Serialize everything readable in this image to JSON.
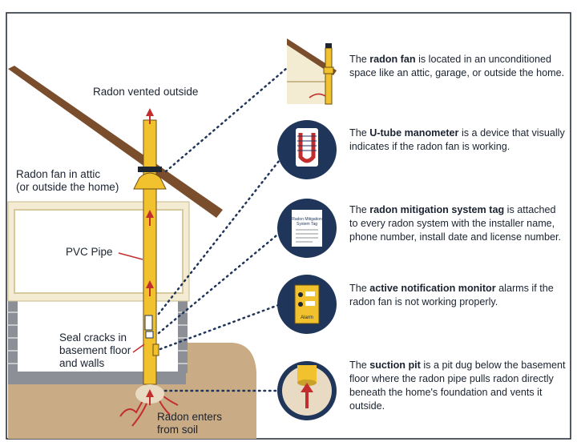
{
  "labels": {
    "vented_outside": "Radon vented outside",
    "fan_in_attic_line1": "Radon fan in attic",
    "fan_in_attic_line2": "(or outside the home)",
    "pvc_pipe": "PVC Pipe",
    "seal_cracks_line1": "Seal cracks in",
    "seal_cracks_line2": "basement floor",
    "seal_cracks_line3": "and walls",
    "enters_line1": "Radon enters",
    "enters_line2": "from soil"
  },
  "descriptions": [
    {
      "pre": "The ",
      "bold": "radon fan",
      "post": " is located in an unconditioned space like an attic, garage, or outside the home."
    },
    {
      "pre": "The ",
      "bold": "U-tube manometer",
      "post": " is a device that visually indicates if the radon fan is working."
    },
    {
      "pre": "The ",
      "bold": "radon mitigation system tag",
      "post": " is attached to every radon system with the installer name, phone number, install date and license number."
    },
    {
      "pre": "The ",
      "bold": "active notification monitor",
      "post": " alarms if the radon fan is not working properly."
    },
    {
      "pre": "The ",
      "bold": "suction pit",
      "post": " is a pit dug below the basement floor where the radon pipe pulls radon directly beneath the home's foundation and vents it outside."
    }
  ],
  "tag_icon_text": {
    "line1": "Radon Mitigation",
    "line2": "System Tag"
  },
  "monitor_icon_text": "Alarm",
  "colors": {
    "navy": "#1f3559",
    "pipe": "#f2c12e",
    "pipe_outline": "#6b4e12",
    "arrow_red": "#c22e2e",
    "roof": "#7a4e2c",
    "soil": "#c9ab86",
    "wall": "#f1e9cf",
    "dots": "#1f3559"
  }
}
